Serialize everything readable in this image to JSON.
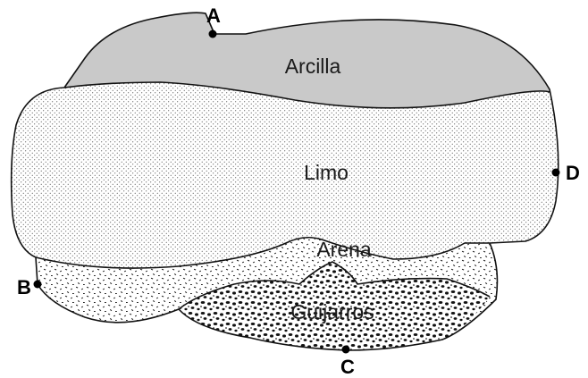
{
  "layers": {
    "arcilla": {
      "label": "Arcilla",
      "fill": "#c9c9c9"
    },
    "limo": {
      "label": "Limo"
    },
    "arena": {
      "label": "Arena"
    },
    "guijarros": {
      "label": "Guijarros"
    }
  },
  "points": {
    "a": "A",
    "b": "B",
    "c": "C",
    "d": "D"
  }
}
